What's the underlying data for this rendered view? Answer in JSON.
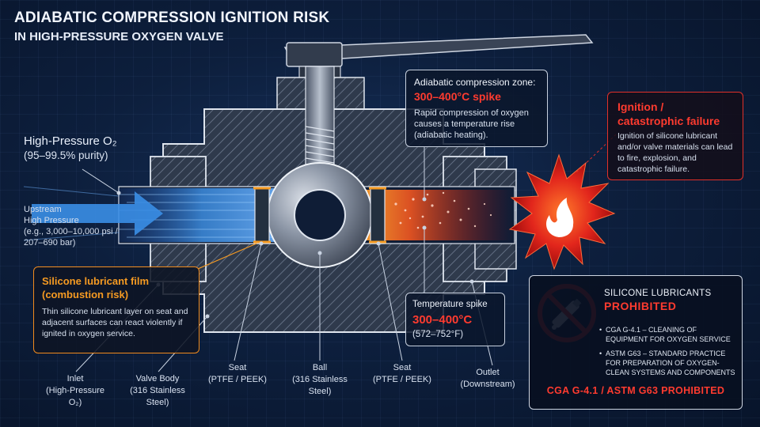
{
  "header": {
    "title": "ADIABATIC COMPRESSION IGNITION RISK",
    "subtitle": "IN HIGH-PRESSURE OXYGEN VALVE"
  },
  "inlet_info": {
    "title": "High-Pressure O₂",
    "purity": "(95–99.5% purity)",
    "upstream_lines": [
      "Upstream",
      "High Pressure",
      "(e.g., 3,000–10,000 psi /",
      "207–690 bar)"
    ]
  },
  "compression_zone": {
    "heading": "Adiabatic compression zone:",
    "temp": "300–400°C spike",
    "body": "Rapid compression of oxygen causes a temperature rise (adiabatic heating)."
  },
  "ignition": {
    "heading_lines": [
      "Ignition /",
      "catastrophic failure"
    ],
    "body": "Ignition of silicone lubricant and/or valve materials can lead to fire, explosion, and catastrophic failure."
  },
  "silicone_film": {
    "heading_lines": [
      "Silicone lubricant film",
      "(combustion risk)"
    ],
    "body": "Thin silicone lubricant layer on seat and adjacent surfaces can react violently if ignited in oxygen service."
  },
  "temperature_spike": {
    "heading": "Temperature spike",
    "celsius": "300–400°C",
    "fahrenheit": "(572–752°F)"
  },
  "prohibition": {
    "line1": "SILICONE LUBRICANTS",
    "line2": "PROHIBITED",
    "standards": [
      "CGA G-4.1 – CLEANING OF EQUIPMENT FOR OXYGEN SERVICE",
      "ASTM G63 – STANDARD PRACTICE FOR PREPARATION OF OXYGEN-CLEAN SYSTEMS AND COMPONENTS"
    ],
    "footer": "CGA G-4.1 / ASTM G63 PROHIBITED"
  },
  "component_labels": [
    {
      "lines": [
        "Inlet",
        "(High-Pressure",
        "O₂)"
      ]
    },
    {
      "lines": [
        "Valve Body",
        "(316 Stainless",
        "Steel)"
      ]
    },
    {
      "lines": [
        "Seat",
        "(PTFE / PEEK)"
      ]
    },
    {
      "lines": [
        "Ball",
        "(316 Stainless",
        "Steel)"
      ]
    },
    {
      "lines": [
        "Seat",
        "(PTFE / PEEK)"
      ]
    },
    {
      "lines": [
        "Outlet",
        "(Downstream)"
      ]
    }
  ],
  "colors": {
    "background": "#0d1f3d",
    "danger_red": "#ff3b2f",
    "warning_orange": "#f59a22",
    "flow_blue": "#3d8de0",
    "steel": "#9aa6b8"
  },
  "icons": [
    "flow-arrow-icon",
    "explosion-flame-icon",
    "no-silicone-tube-icon"
  ]
}
